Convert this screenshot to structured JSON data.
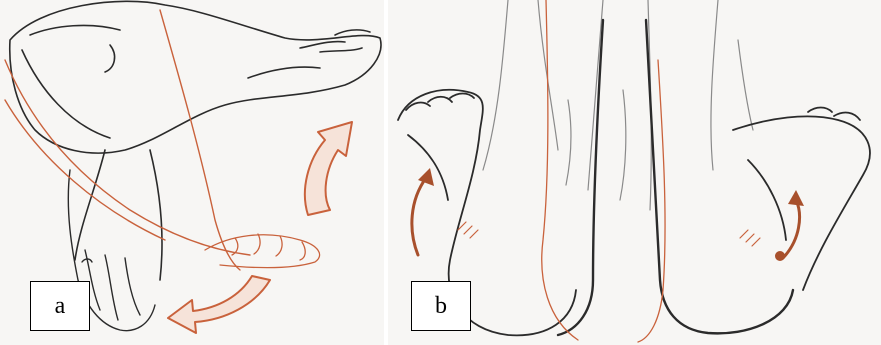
{
  "figure": {
    "panels": [
      {
        "id": "a",
        "label": "a"
      },
      {
        "id": "b",
        "label": "b"
      }
    ]
  },
  "colors": {
    "background": "#f7f6f4",
    "ink": "#2b2b2b",
    "sketch_gray": "#8a8a8a",
    "accent_orange": "#c9623c",
    "arrow_fill": "#f6e3d9"
  },
  "icons": {
    "panel_a_arrows": [
      "curved-arrow-up-icon",
      "curved-arrow-down-icon"
    ],
    "panel_b_arrows": [
      "curved-arrow-left-icon",
      "curved-arrow-right-icon"
    ]
  }
}
